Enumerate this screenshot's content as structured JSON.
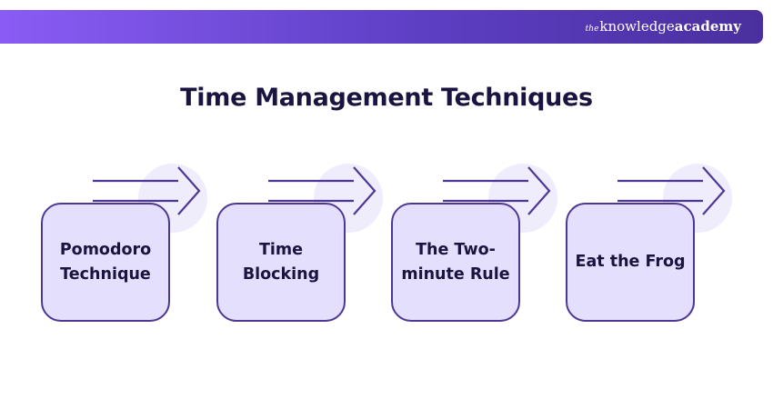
{
  "header": {
    "brand_prefix": "the",
    "brand_main": "knowledge",
    "brand_bold": "academy"
  },
  "diagram": {
    "title": "Time Management Techniques",
    "steps": [
      {
        "line1": "Pomodoro",
        "line2": "Technique"
      },
      {
        "line1": "Time",
        "line2": "Blocking"
      },
      {
        "line1": "The Two-",
        "line2": "minute Rule"
      },
      {
        "line1": "Eat the Frog",
        "line2": ""
      }
    ]
  },
  "colors": {
    "banner_start": "#8a5cf5",
    "banner_end": "#4a2f9e",
    "card_fill": "#e4dffc",
    "card_border": "#4e3894",
    "circle_fill": "#efedfb",
    "title_text": "#1a1440"
  }
}
